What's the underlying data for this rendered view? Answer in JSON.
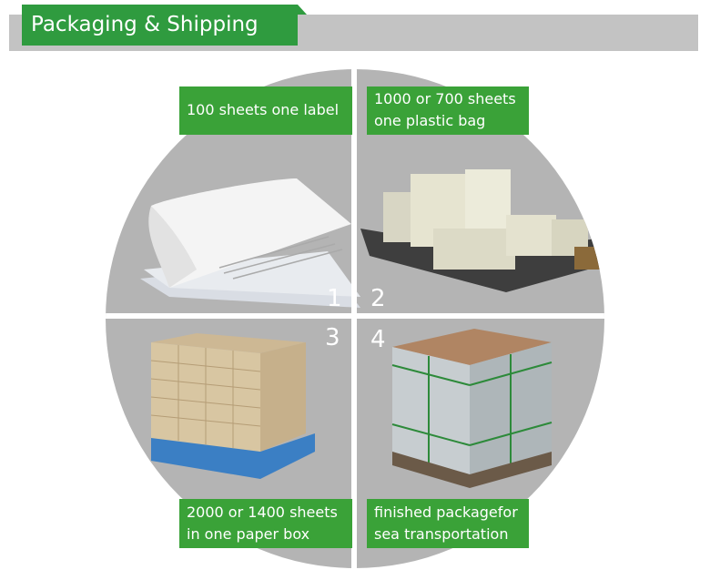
{
  "header": {
    "title": "Packaging & Shipping"
  },
  "steps": [
    {
      "number": "1",
      "label": [
        "100 sheets one label"
      ]
    },
    {
      "number": "2",
      "label": [
        "1000 or 700 sheets",
        "one plastic bag"
      ]
    },
    {
      "number": "3",
      "label": [
        "2000 or 1400 sheets",
        "in one paper box"
      ]
    },
    {
      "number": "4",
      "label": [
        "finished packagefor",
        "sea transportation"
      ]
    }
  ],
  "colors": {
    "accent_green": "#3aa238",
    "header_green": "#2f9b3f",
    "panel_gray": "#b4b4b4",
    "header_gray": "#c3c3c3"
  }
}
